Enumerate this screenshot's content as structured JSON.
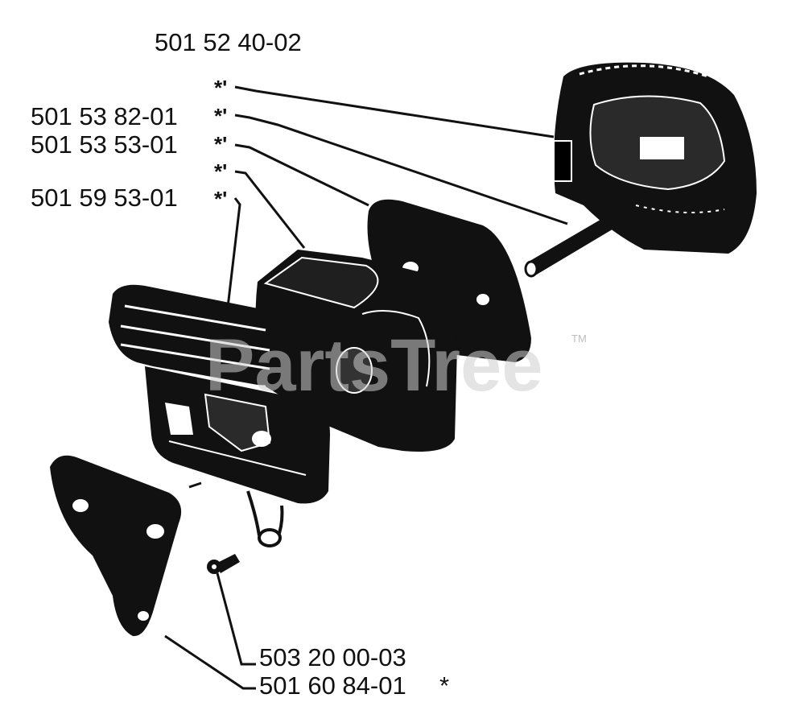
{
  "labels": {
    "top": "501 52 40-02",
    "l1": "501 53 82-01",
    "l2": "501 53 53-01",
    "l3": "501 59 53-01",
    "l4": "503 20 00-03",
    "l5": "501 60 84-01",
    "star_mark": "*'",
    "asterisk": "*"
  },
  "watermark": {
    "text": "PartsTree",
    "tm": "TM"
  }
}
